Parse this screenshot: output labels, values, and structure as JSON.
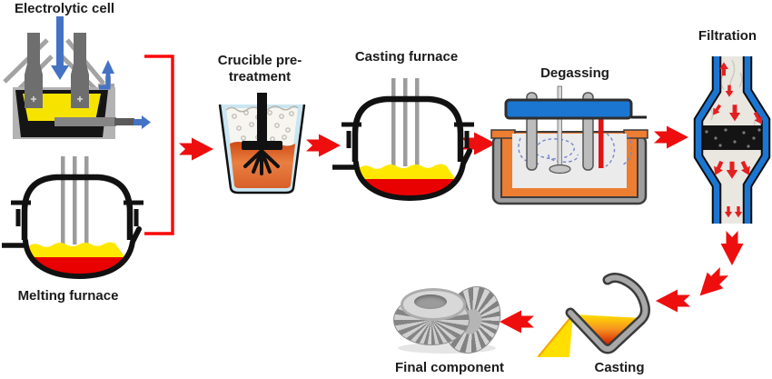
{
  "diagram": {
    "stages": [
      {
        "name": "electrolytic-cell",
        "label": "Electrolytic cell"
      },
      {
        "name": "melting-furnace",
        "label": "Melting furnace"
      },
      {
        "name": "crucible-pretreatment",
        "label": "Crucible pre-treatment"
      },
      {
        "name": "casting-furnace",
        "label": "Casting furnace"
      },
      {
        "name": "degassing",
        "label": "Degassing"
      },
      {
        "name": "filtration",
        "label": "Filtration"
      },
      {
        "name": "casting",
        "label": "Casting"
      },
      {
        "name": "final-component",
        "label": "Final component"
      }
    ],
    "flow_arrows": [
      {
        "name": "bracket-to-crucible",
        "direction": "right"
      },
      {
        "name": "crucible-to-casting-furnace",
        "direction": "right"
      },
      {
        "name": "casting-furnace-to-degassing",
        "direction": "right"
      },
      {
        "name": "degassing-to-filtration",
        "direction": "right"
      },
      {
        "name": "filtration-down",
        "direction": "down"
      },
      {
        "name": "filtration-to-casting-diagonal",
        "direction": "down-left"
      },
      {
        "name": "to-casting",
        "direction": "left"
      },
      {
        "name": "casting-to-final-component",
        "direction": "left"
      }
    ],
    "icons": {
      "flow_arrow": "red-block-arrow",
      "bracket": "red-square-bracket",
      "feed_arrow": "blue-down-arrow",
      "gas_outlet_arrow": "blue-up-elbow-arrow",
      "tap_arrow": "blue-right-arrow"
    },
    "colors": {
      "flow_arrow_red": "#ee0e0e",
      "bracket_red": "#ff0808",
      "molten_red": "#e90000",
      "molten_yellow": "#ffe800",
      "electrolyte_yellow": "#f6e400",
      "blue_arrow": "#4472c4",
      "equipment_blue": "#1b76d2",
      "lining_orange": "#ed7d31",
      "crucible_pale_blue": "#c9e6f2",
      "steel_gray": "#9e9e9e",
      "outline_black": "#111111"
    }
  }
}
